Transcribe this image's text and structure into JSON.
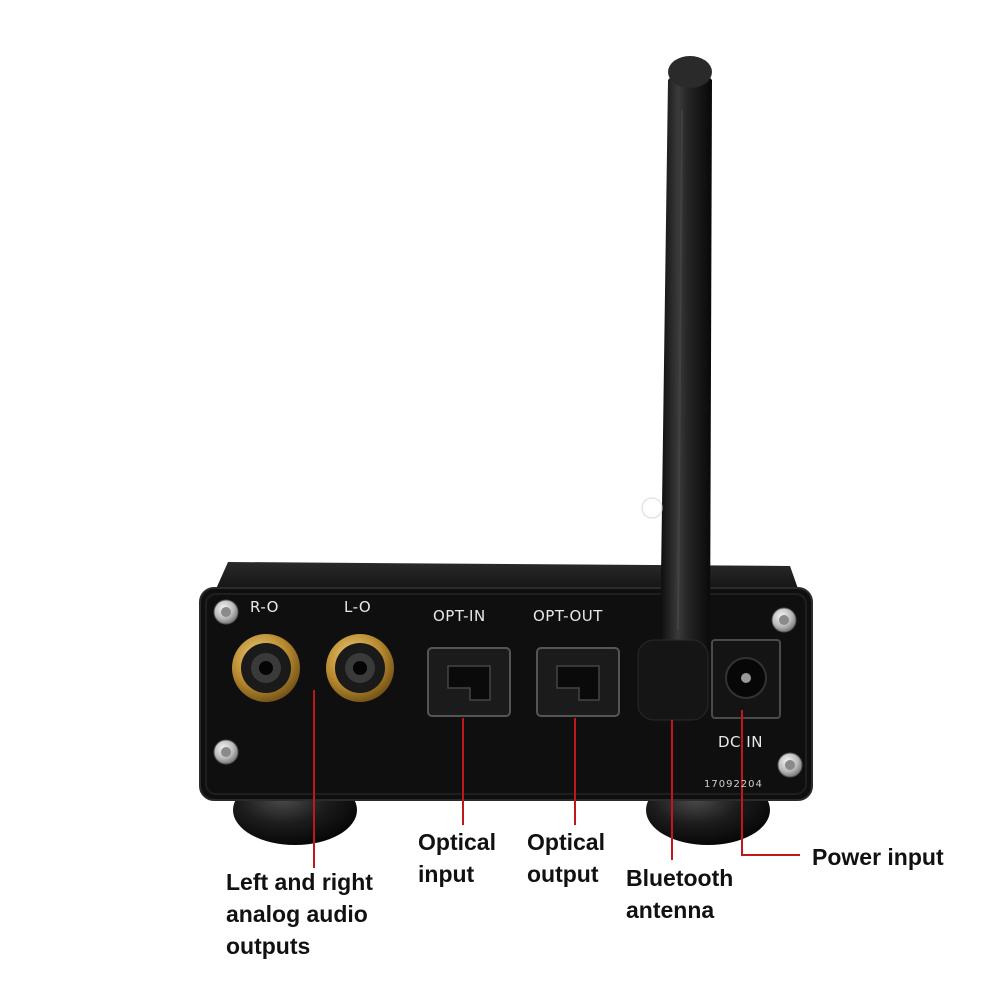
{
  "device": {
    "panel_labels": {
      "r_out": "R-O",
      "l_out": "L-O",
      "opt_in": "OPT-IN",
      "opt_out": "OPT-OUT",
      "dc_in": "DC IN",
      "serial": "17092204"
    }
  },
  "callouts": {
    "analog_outputs": [
      "Left and right",
      "analog audio",
      "outputs"
    ],
    "optical_input": [
      "Optical",
      "input"
    ],
    "optical_output": [
      "Optical",
      "output"
    ],
    "bluetooth_antenna": [
      "Bluetooth",
      "antenna"
    ],
    "power_input": [
      "Power input"
    ]
  },
  "colors": {
    "callout_line": "#c0161c",
    "callout_text": "#111111",
    "chassis": "#0f0f0f",
    "antenna": "#1a1a1a",
    "rca_gold": "#c9a24a"
  }
}
